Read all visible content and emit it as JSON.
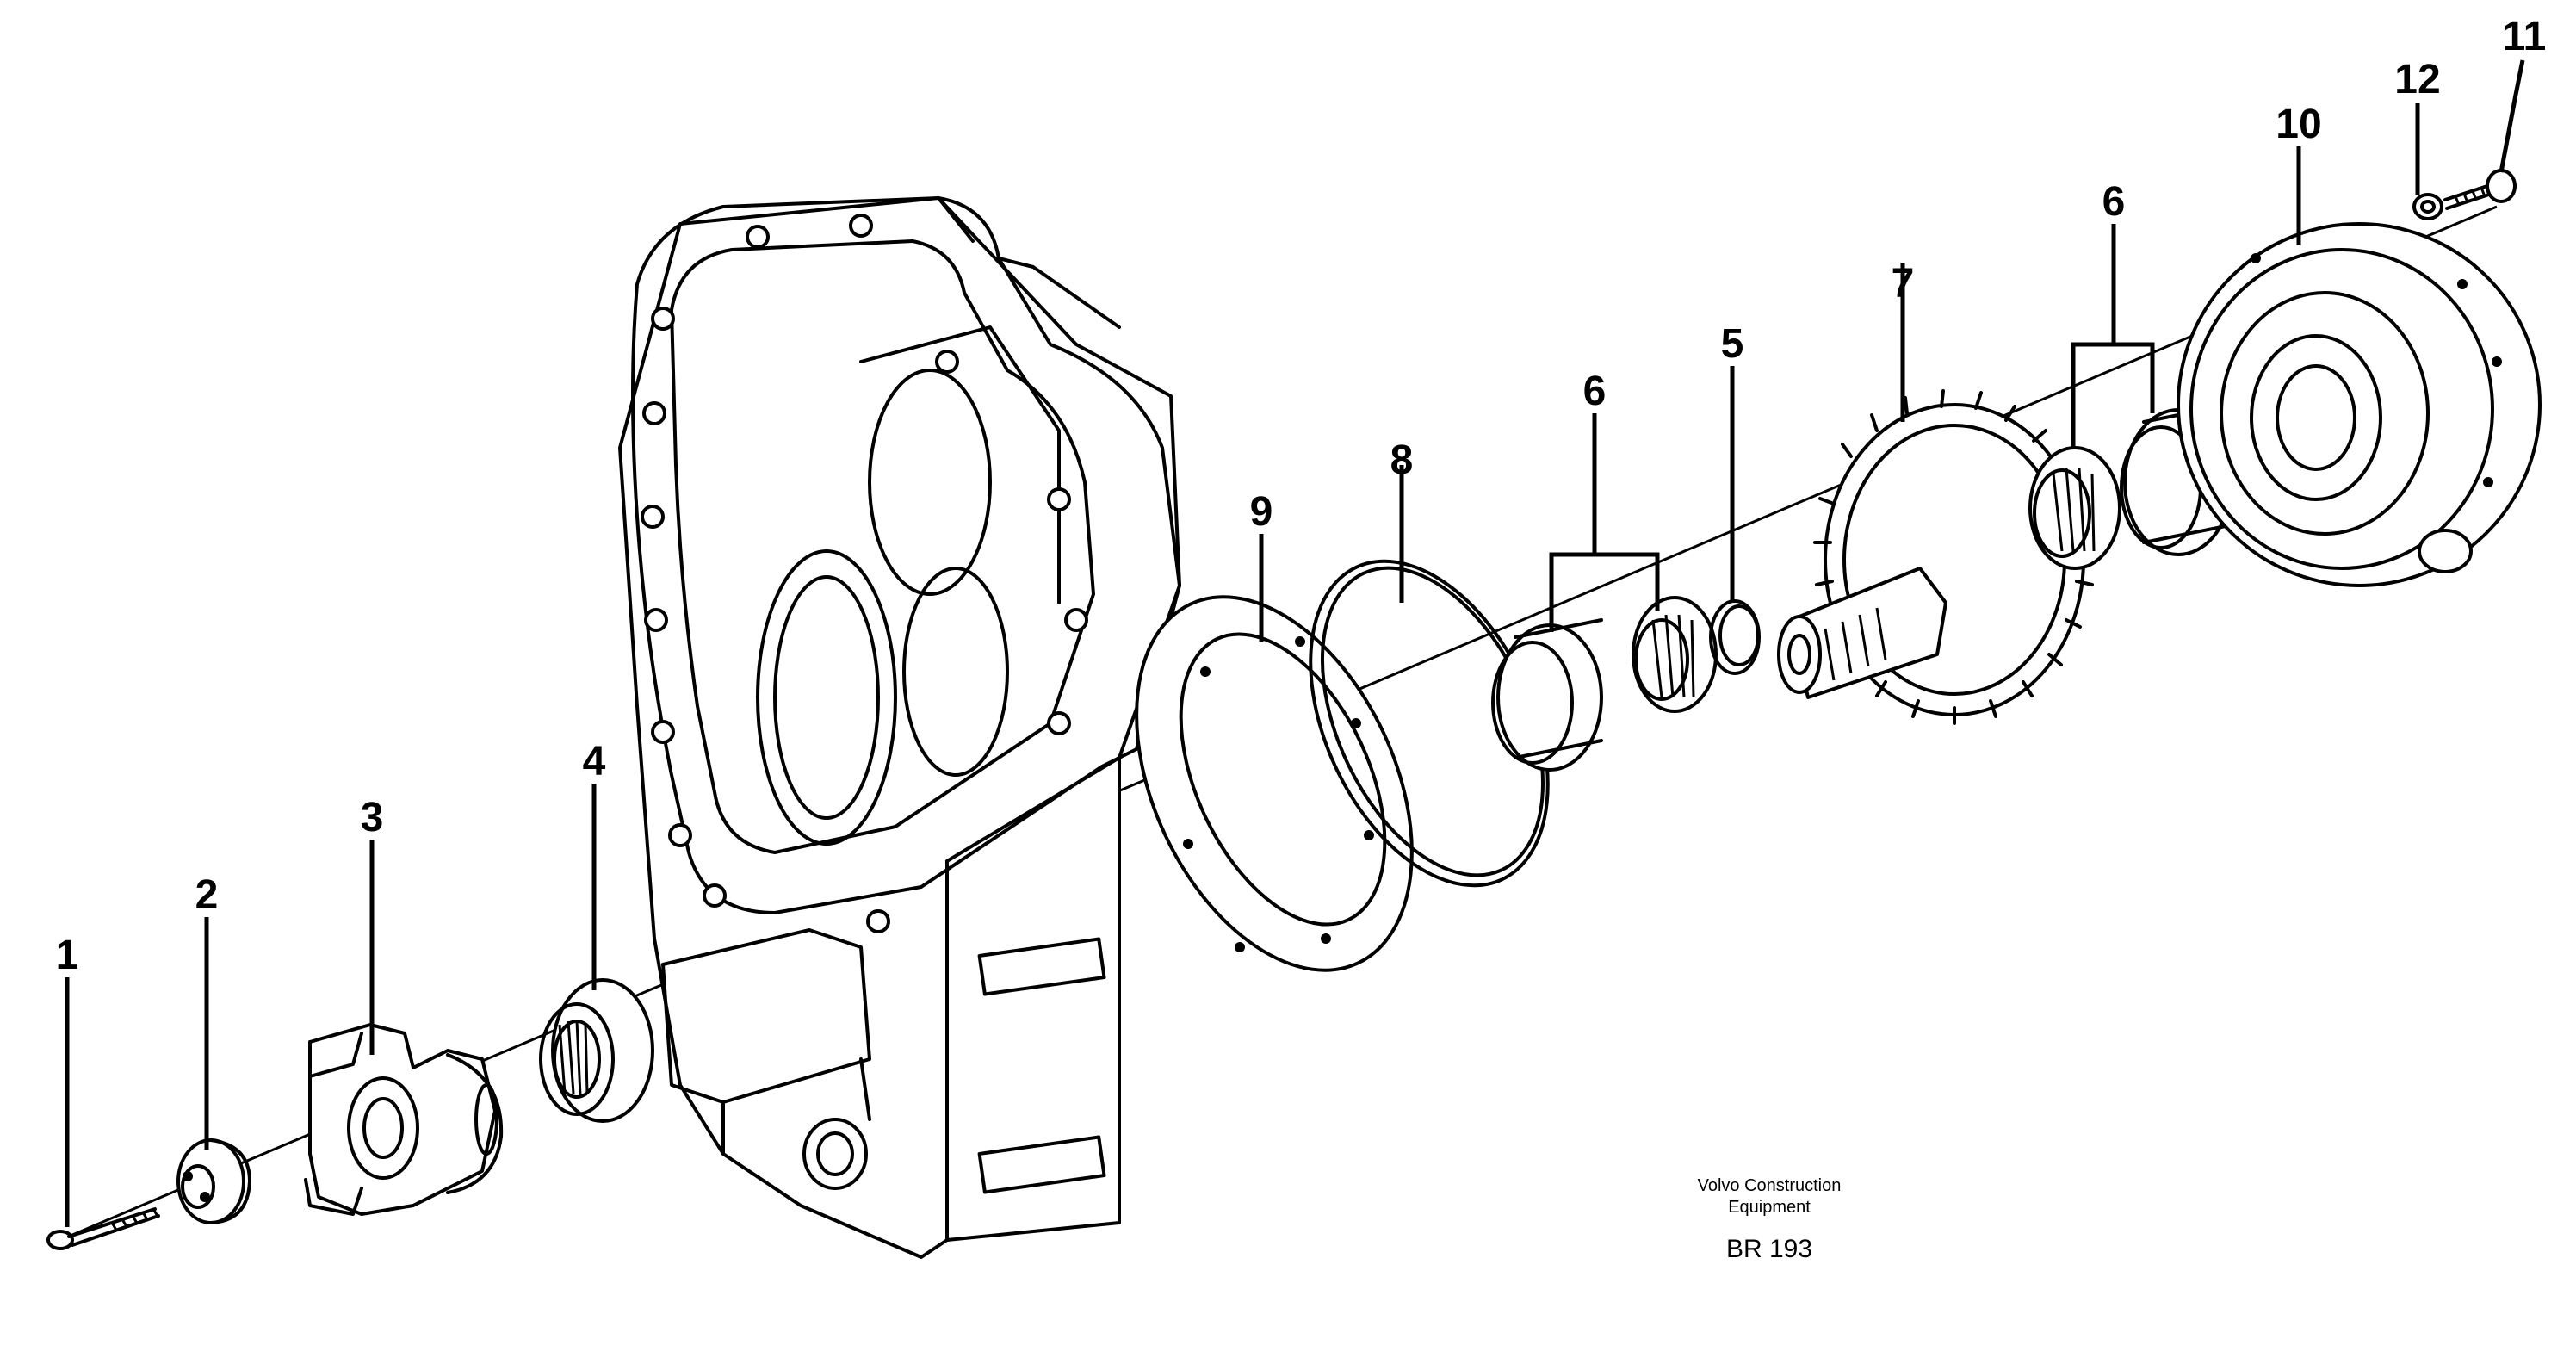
{
  "callouts": {
    "c1": "1",
    "c2": "2",
    "c3": "3",
    "c4": "4",
    "c5": "5",
    "c6a": "6",
    "c6b": "6",
    "c7": "7",
    "c8": "8",
    "c9": "9",
    "c10": "10",
    "c11": "11",
    "c12": "12"
  },
  "credit": {
    "line1": "Volvo Construction",
    "line2": "Equipment",
    "code": "BR 193"
  }
}
